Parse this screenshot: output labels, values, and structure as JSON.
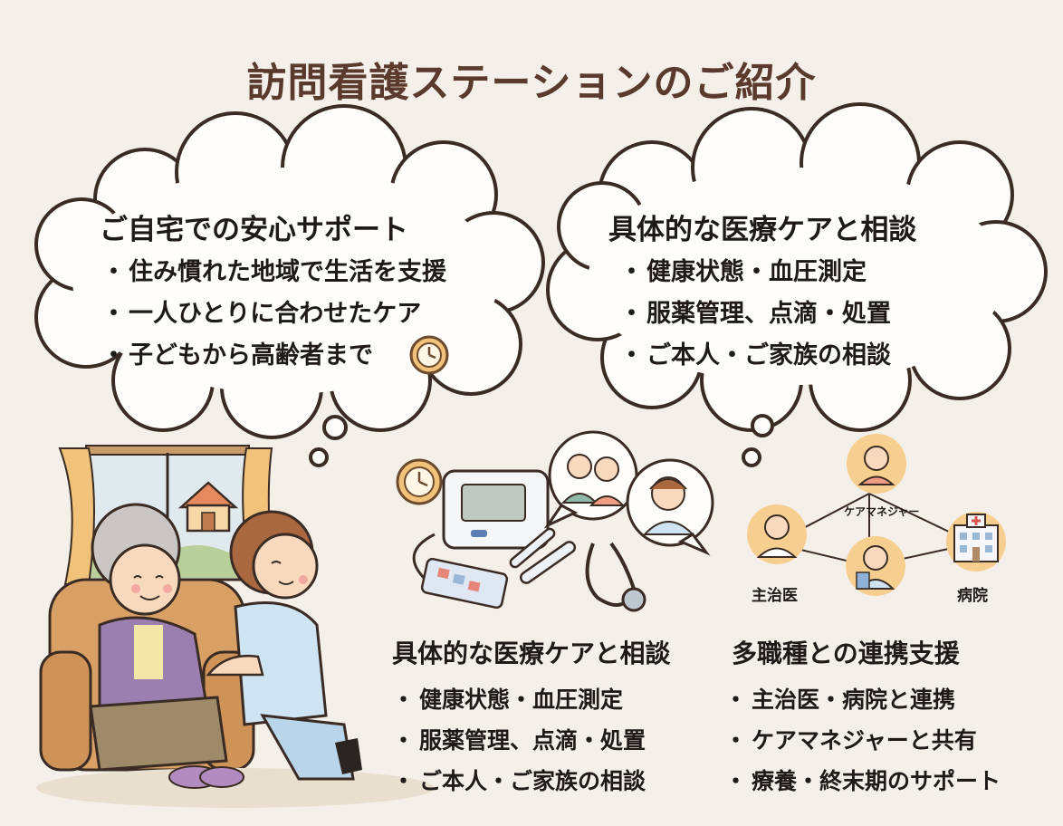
{
  "title": "訪問看護ステーションのご紹介",
  "cloud_left": {
    "heading": "ご自宅での安心サポート",
    "items": [
      "住み慣れた地域で生活を支援",
      "一人ひとりに合わせたケア",
      "子どもから高齢者まで"
    ]
  },
  "cloud_right": {
    "heading": "具体的な医療ケアと相談",
    "items": [
      "健康状態・血圧測定",
      "服薬管理、点滴・処置",
      "ご本人・ご家族の相談"
    ]
  },
  "network_labels": {
    "care_manager": "ケアマネジャー",
    "doctor": "主治医",
    "hospital": "病院"
  },
  "section_medical": {
    "heading": "具体的な医療ケアと相談",
    "items": [
      "健康状態・血圧測定",
      "服薬管理、点滴・処置",
      "ご本人・ご家族の相談"
    ]
  },
  "section_collab": {
    "heading": "多職種との連携支援",
    "items": [
      "主治医・病院と連携",
      "ケアマネジャーと共有",
      "療養・終末期のサポート"
    ]
  },
  "icons": {
    "clock": "clock-icon",
    "house": "house-icon",
    "blood_pressure": "blood-pressure-monitor-icon",
    "stethoscope": "stethoscope-icon",
    "hospital": "hospital-building-icon"
  },
  "colors": {
    "background": "#f4f0e9",
    "title": "#5a3a2c",
    "cloud_fill": "#fffdfa",
    "cloud_stroke": "#3a2c24",
    "accent": "#f1c27d"
  }
}
